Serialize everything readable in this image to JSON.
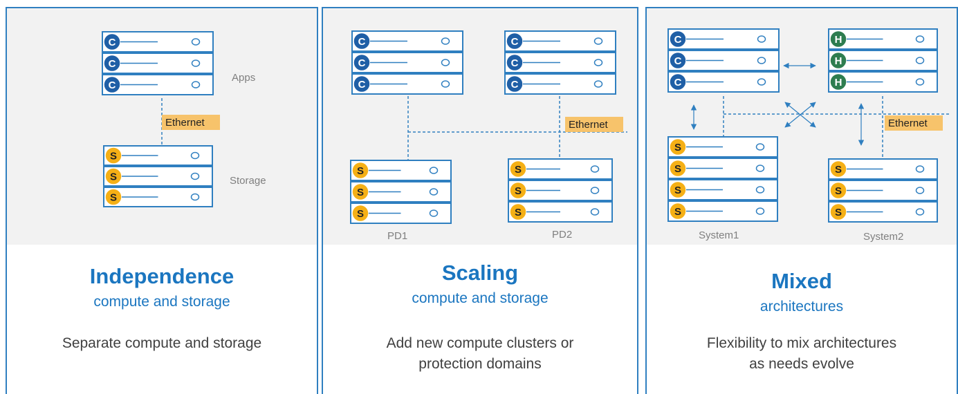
{
  "colors": {
    "accent": "#1b76c0",
    "compute_badge": "#1f5fa6",
    "storage_badge": "#f5b016",
    "hyperconverged_badge": "#2e7d4f",
    "ethernet_tag": "#f7c36b",
    "server_border": "#2f7fc0"
  },
  "panels": [
    {
      "title": "Independence",
      "subtitle": "compute and storage",
      "description_lines": [
        "Separate compute and storage"
      ],
      "labels": {
        "apps": "Apps",
        "storage": "Storage",
        "ethernet": "Ethernet"
      }
    },
    {
      "title": "Scaling",
      "subtitle": "compute and storage",
      "description_lines": [
        "Add new compute clusters or",
        "protection domains"
      ],
      "labels": {
        "pd1": "PD1",
        "pd2": "PD2",
        "ethernet": "Ethernet"
      }
    },
    {
      "title": "Mixed",
      "subtitle": "architectures",
      "description_lines": [
        "Flexibility to mix architectures",
        "as needs evolve"
      ],
      "labels": {
        "system1": "System1",
        "system2": "System2",
        "ethernet": "Ethernet"
      }
    }
  ],
  "badges": {
    "compute": "C",
    "storage": "S",
    "hyperconverged": "H"
  }
}
